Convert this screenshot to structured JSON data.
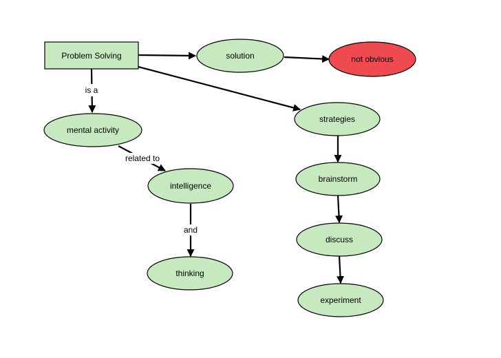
{
  "diagram": {
    "nodes": {
      "problem_solving": "Problem Solving",
      "solution": "solution",
      "not_obvious": "not obvious",
      "mental_activity": "mental activity",
      "intelligence": "intelligence",
      "thinking": "thinking",
      "strategies": "strategies",
      "brainstorm": "brainstorm",
      "discuss": "discuss",
      "experiment": "experiment"
    },
    "edge_labels": {
      "is_a": "is a",
      "related_to": "related to",
      "and": "and"
    },
    "colors": {
      "node_fill": "#c6e9c0",
      "highlight_fill": "#f04a51",
      "line": "#000000"
    }
  }
}
